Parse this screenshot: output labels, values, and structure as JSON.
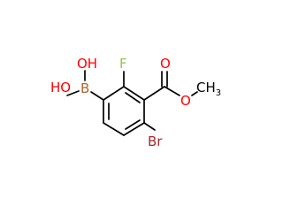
{
  "molecule": {
    "atoms": {
      "oh_top": "OH",
      "oh_left": "HO",
      "boron": "B",
      "fluorine": "F",
      "carbonyl_o": "O",
      "ester_o": "O",
      "methyl": "CH",
      "methyl_sub": "3",
      "bromine": "Br"
    },
    "colors": {
      "oxygen": "#ff0000",
      "boron": "#aa6633",
      "fluorine": "#99c14d",
      "bromine": "#a52a2a",
      "carbon": "#000000",
      "bond": "#000000"
    }
  }
}
